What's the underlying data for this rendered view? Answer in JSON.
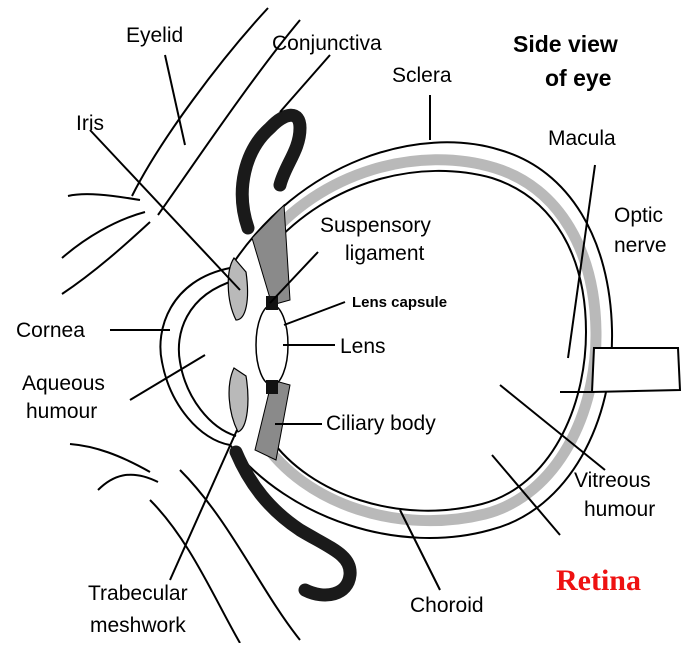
{
  "title": {
    "line1": "Side view",
    "line2": "of eye"
  },
  "labels": {
    "eyelid": "Eyelid",
    "conjunctiva": "Conjunctiva",
    "sclera": "Sclera",
    "iris": "Iris",
    "macula": "Macula",
    "suspensory_1": "Suspensory",
    "suspensory_2": "ligament",
    "optic_1": "Optic",
    "optic_2": "nerve",
    "lens_capsule": "Lens capsule",
    "cornea": "Cornea",
    "lens": "Lens",
    "aqueous_1": "Aqueous",
    "aqueous_2": "humour",
    "ciliary": "Ciliary body",
    "vitreous_1": "Vitreous",
    "vitreous_2": "humour",
    "trabecular_1": "Trabecular",
    "trabecular_2": "meshwork",
    "choroid": "Choroid",
    "retina": "Retina"
  },
  "colors": {
    "retina_label": "#ee1111",
    "tissue_gray": "#b9b9b9",
    "ciliary_gray": "#8a8a8a"
  }
}
